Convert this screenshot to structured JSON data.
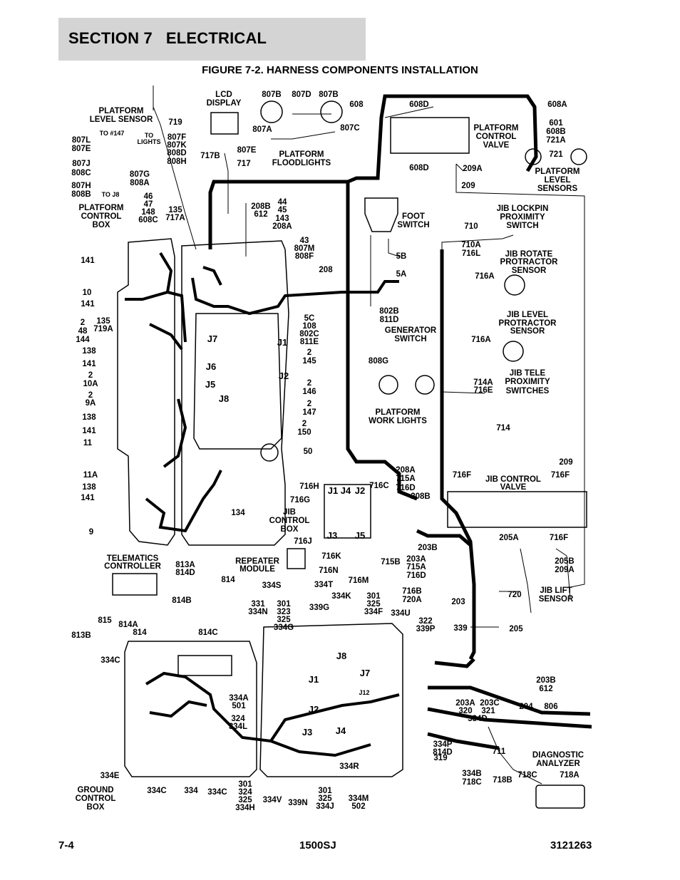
{
  "header": {
    "section_label": "SECTION 7   ELECTRICAL",
    "figure_title": "FIGURE 7-2. HARNESS COMPONENTS INSTALLATION"
  },
  "footer": {
    "page_number": "7-4",
    "model": "1500SJ",
    "doc_number": "3121263"
  },
  "colors": {
    "header_bg": "#d4d4d4",
    "ink": "#000000"
  },
  "labels": [
    "PLATFORM",
    "LEVEL SENSOR",
    "719",
    "LCD",
    "DISPLAY",
    "717B",
    "717",
    "807B",
    "807D",
    "807B",
    "807A",
    "807C",
    "807E",
    "PLATFORM",
    "FLOODLIGHTS",
    "608",
    "608D",
    "608D",
    "608A",
    "601",
    "608B",
    "721A",
    "721",
    "PLATFORM",
    "CONTROL",
    "VALVE",
    "209A",
    "209",
    "PLATFORM",
    "LEVEL",
    "SENSORS",
    "807L",
    "807E",
    "807J",
    "808C",
    "807H",
    "808B",
    "TO #147",
    "TO",
    "LIGHTS",
    "TO J8",
    "807F",
    "807K",
    "808D",
    "808H",
    "807G",
    "808A",
    "PLATFORM",
    "CONTROL",
    "BOX",
    "46",
    "47",
    "148",
    "608C",
    "135",
    "717A",
    "208B",
    "612",
    "44",
    "45",
    "143",
    "208A",
    "43",
    "807M",
    "808F",
    "208",
    "FOOT",
    "SWITCH",
    "5B",
    "5A",
    "JIB LOCKPIN",
    "PROXIMITY",
    "SWITCH",
    "710",
    "710A",
    "716L",
    "JIB ROTATE",
    "PROTRACTOR",
    "SENSOR",
    "716A",
    "141",
    "10",
    "141",
    "2",
    "48",
    "144",
    "135",
    "719A",
    "138",
    "141",
    "2",
    "10A",
    "2",
    "9A",
    "138",
    "141",
    "11",
    "11A",
    "138",
    "141",
    "9",
    "5C",
    "108",
    "802C",
    "811E",
    "2",
    "145",
    "2",
    "146",
    "2",
    "147",
    "2",
    "150",
    "50",
    "802B",
    "811D",
    "GENERATOR",
    "SWITCH",
    "808G",
    "JIB LEVEL",
    "PROTRACTOR",
    "SENSOR",
    "716A",
    "JIB TELE",
    "PROXIMITY",
    "SWITCHES",
    "714A",
    "716E",
    "714",
    "PLATFORM",
    "WORK LIGHTS",
    "J7",
    "J6",
    "J5",
    "J8",
    "J1",
    "J2",
    "134",
    "208A",
    "715A",
    "716D",
    "716H",
    "716C",
    "716G",
    "208B",
    "J1",
    "J4",
    "J2",
    "J3",
    "J5",
    "JIB",
    "CONTROL",
    "BOX",
    "716J",
    "716K",
    "716N",
    "716M",
    "715B",
    "203A",
    "715A",
    "716D",
    "203B",
    "716F",
    "716F",
    "JIB CONTROL",
    "VALVE",
    "209",
    "205A",
    "716F",
    "205B",
    "209A",
    "TELEMATICS",
    "CONTROLLER",
    "813A",
    "814D",
    "814",
    "814B",
    "814C",
    "815",
    "814A",
    "814",
    "813B",
    "REPEATER",
    "MODULE",
    "334S",
    "334T",
    "331",
    "334N",
    "301",
    "323",
    "325",
    "334G",
    "339G",
    "334K",
    "301",
    "325",
    "334F",
    "334U",
    "716B",
    "720A",
    "720",
    "JIB LIFT",
    "SENSOR",
    "203",
    "205",
    "322",
    "339P",
    "339",
    "334C",
    "334A",
    "501",
    "324",
    "334L",
    "J8",
    "J7",
    "J12",
    "J1",
    "J2",
    "J3",
    "J4",
    "203B",
    "612",
    "203A",
    "203C",
    "320",
    "321",
    "334D",
    "204",
    "806",
    "334P",
    "814D",
    "319",
    "711",
    "DIAGNOSTIC",
    "ANALYZER",
    "334B",
    "718C",
    "718B",
    "718C",
    "718A",
    "334R",
    "334E",
    "GROUND",
    "CONTROL",
    "BOX",
    "334C",
    "334",
    "334C",
    "301",
    "324",
    "325",
    "334H",
    "334V",
    "339N",
    "301",
    "325",
    "334J",
    "334M",
    "502"
  ]
}
